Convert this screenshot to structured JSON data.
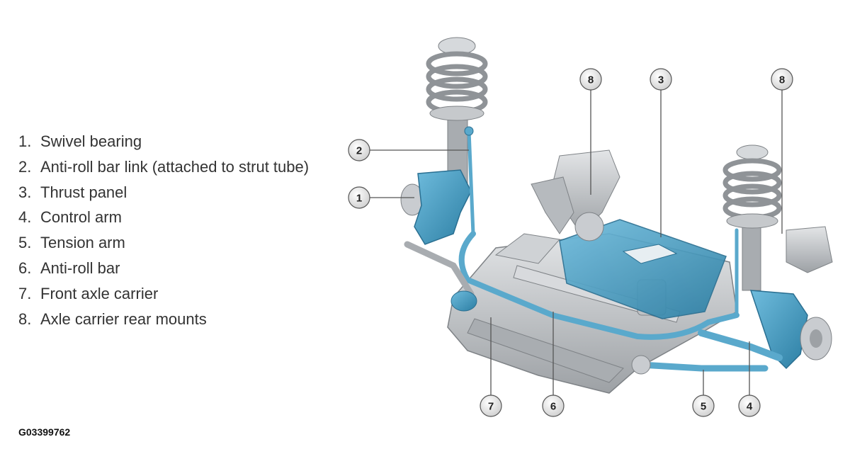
{
  "legend": [
    {
      "num": "1.",
      "label": "Swivel bearing"
    },
    {
      "num": "2.",
      "label": "Anti-roll bar link (attached to strut tube)"
    },
    {
      "num": "3.",
      "label": "Thrust panel"
    },
    {
      "num": "4.",
      "label": "Control arm"
    },
    {
      "num": "5.",
      "label": "Tension arm"
    },
    {
      "num": "6.",
      "label": "Anti-roll bar"
    },
    {
      "num": "7.",
      "label": "Front axle carrier"
    },
    {
      "num": "8.",
      "label": "Axle carrier rear mounts"
    }
  ],
  "figure_id": "G03399762",
  "callouts": [
    "1",
    "2",
    "3",
    "8",
    "8",
    "7",
    "6",
    "5",
    "4"
  ],
  "colors": {
    "highlight": "#4aa3c8",
    "highlight_dark": "#2c7ea3",
    "metal": "#c4c7ca",
    "metal_dark": "#8f9397",
    "callout_fill": "#e6e6e6",
    "leader": "#555555"
  }
}
